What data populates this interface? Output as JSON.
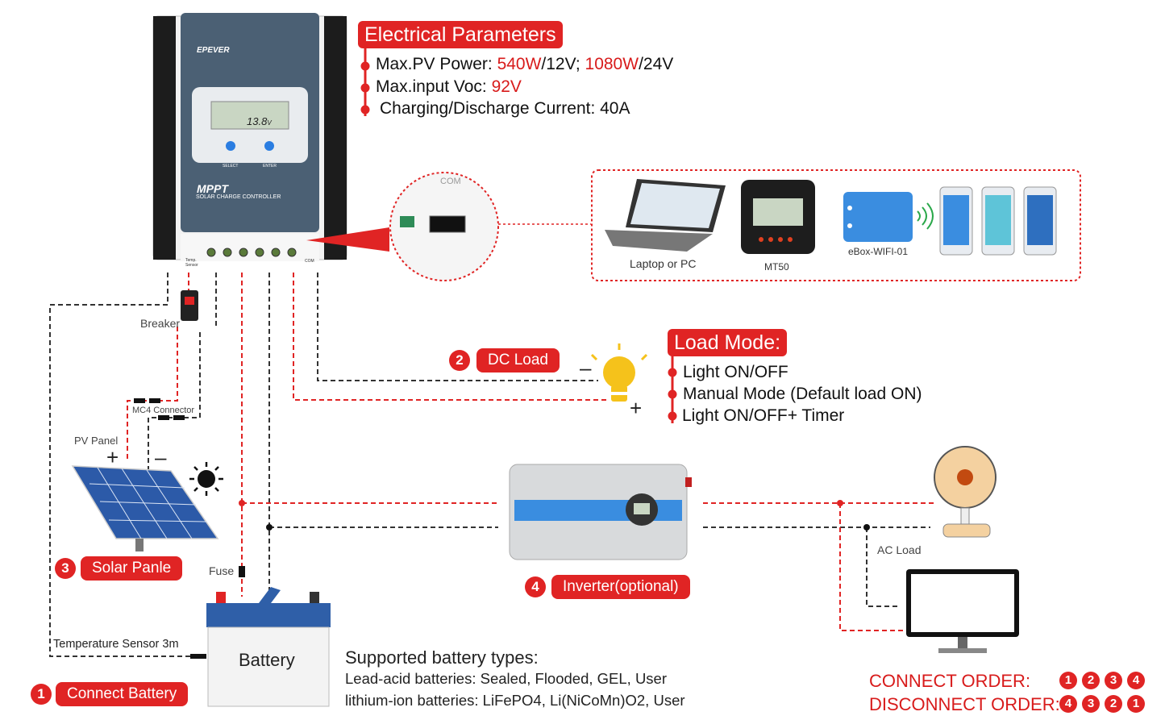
{
  "controller": {
    "brand": "EPEVER",
    "lcd_value": "13.8",
    "lcd_unit": "V",
    "btn_select": "SELECT",
    "btn_enter": "ENTER",
    "model_line1": "MPPT",
    "model_line2": "SOLAR CHARGE CONTROLLER",
    "port_temp": "Temp. Sensor",
    "port_com": "COM"
  },
  "electrical": {
    "heading": "Electrical Parameters",
    "pv_prefix": "Max.PV Power: ",
    "pv_val1": "540W",
    "pv_mid": "/12V; ",
    "pv_val2": "1080W",
    "pv_suffix": "/24V",
    "voc_prefix": "Max.input Voc: ",
    "voc_val": "92V",
    "current": "Charging/Discharge Current: 40A"
  },
  "com_zoom_label": "COM",
  "devices": {
    "laptop": "Laptop or PC",
    "mt50": "MT50",
    "ebox": "eBox-WIFI-01"
  },
  "dc_load": {
    "num": "2",
    "label": "DC Load",
    "minus": "–",
    "plus": "+"
  },
  "load_mode": {
    "heading": "Load Mode:",
    "items": [
      "Light ON/OFF",
      "Manual Mode (Default load ON)",
      "Light ON/OFF+ Timer"
    ]
  },
  "labels": {
    "breaker": "Breaker",
    "mc4": "MC4 Connector",
    "pv_panel": "PV Panel",
    "pv_plus": "+",
    "pv_minus": "–",
    "fuse": "Fuse",
    "temp_sensor": "Temperature Sensor 3m",
    "ac_load": "AC Load"
  },
  "solar": {
    "num": "3",
    "label": "Solar Panle"
  },
  "inverter": {
    "num": "4",
    "label": "Inverter(optional)"
  },
  "battery": {
    "label": "Battery",
    "num": "1",
    "connect_label": "Connect Battery"
  },
  "battery_types": {
    "title": "Supported battery types:",
    "line1": "Lead-acid batteries: Sealed, Flooded, GEL, User",
    "line2": "lithium-ion batteries: LiFePO4, Li(NiCoMn)O2, User"
  },
  "order": {
    "connect_label": "CONNECT ORDER:",
    "connect_seq": [
      "1",
      "2",
      "3",
      "4"
    ],
    "disconnect_label": "DISCONNECT ORDER:",
    "disconnect_seq": [
      "4",
      "3",
      "2",
      "1"
    ]
  },
  "colors": {
    "accent_red": "#e02424",
    "wire_dark": "#333333",
    "controller_blue": "#4b6074"
  }
}
